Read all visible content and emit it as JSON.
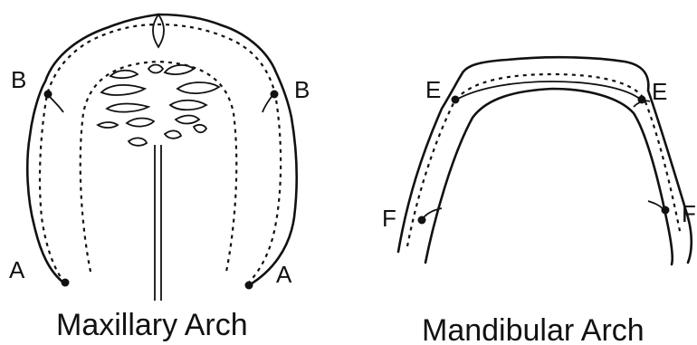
{
  "maxillary": {
    "caption": "Maxillary Arch",
    "label_a_left": "A",
    "label_a_right": "A",
    "label_b_left": "B",
    "label_b_right": "B"
  },
  "mandibular": {
    "caption": "Mandibular Arch",
    "label_e_left": "E",
    "label_e_right": "E",
    "label_f_left": "F",
    "label_f_right": "F"
  },
  "colors": {
    "ink": "#111111",
    "background": "#ffffff"
  }
}
